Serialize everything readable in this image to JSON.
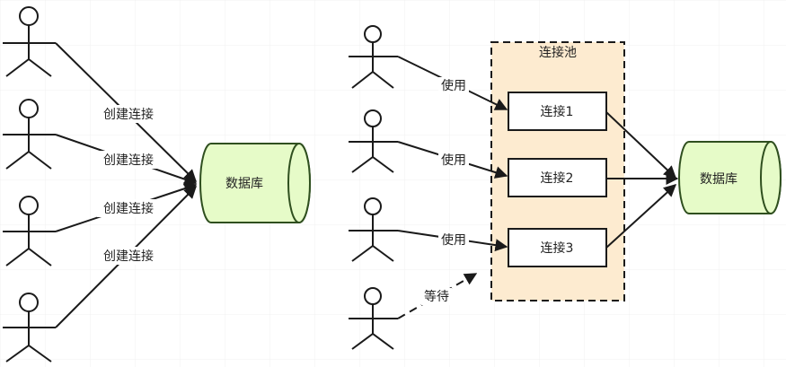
{
  "left": {
    "actors": [
      "actor-1",
      "actor-2",
      "actor-3",
      "actor-4"
    ],
    "edge_labels": [
      "创建连接",
      "创建连接",
      "创建连接",
      "创建连接"
    ],
    "database_label": "数据库"
  },
  "right": {
    "pool_label": "连接池",
    "connections": [
      "连接1",
      "连接2",
      "连接3"
    ],
    "use_labels": [
      "使用",
      "使用",
      "使用"
    ],
    "wait_label": "等待",
    "database_label": "数据库"
  },
  "colors": {
    "database_fill": "#e6fbc8",
    "database_stroke": "#2f4f1f",
    "pool_fill": "#fdebd0",
    "line": "#1a1a1a"
  }
}
